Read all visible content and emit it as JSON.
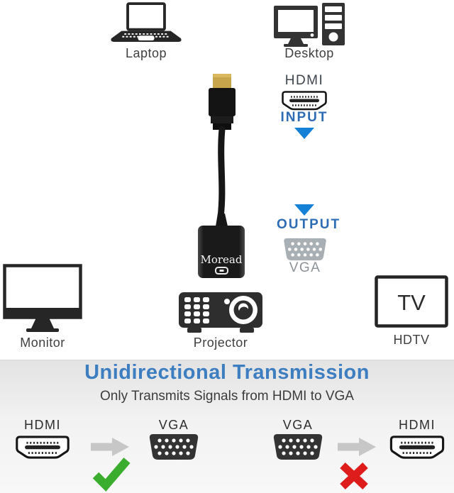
{
  "sources": {
    "laptop": "Laptop",
    "desktop": "Desktop"
  },
  "adapter": {
    "brand": "Moread"
  },
  "input_section": {
    "connector": "HDMI",
    "direction": "INPUT"
  },
  "output_section": {
    "direction": "OUTPUT",
    "connector": "VGA"
  },
  "outputs": {
    "monitor": "Monitor",
    "projector": "Projector",
    "tv_screen_text": "TV",
    "hdtv": "HDTV"
  },
  "banner": {
    "title": "Unidirectional Transmission",
    "subtitle": "Only Transmits Signals from HDMI to VGA"
  },
  "comparison": {
    "allowed": {
      "from": "HDMI",
      "to": "VGA"
    },
    "blocked": {
      "from": "VGA",
      "to": "HDMI"
    }
  },
  "colors": {
    "accent_blue": "#3d7ec1",
    "arrow_blue": "#1581d6",
    "check_green": "#3aad2e",
    "cross_red": "#de1c1c",
    "vga_gray": "#a9b0b5",
    "dark_icon": "#333333",
    "arrow_gray": "#c7c7c7"
  }
}
